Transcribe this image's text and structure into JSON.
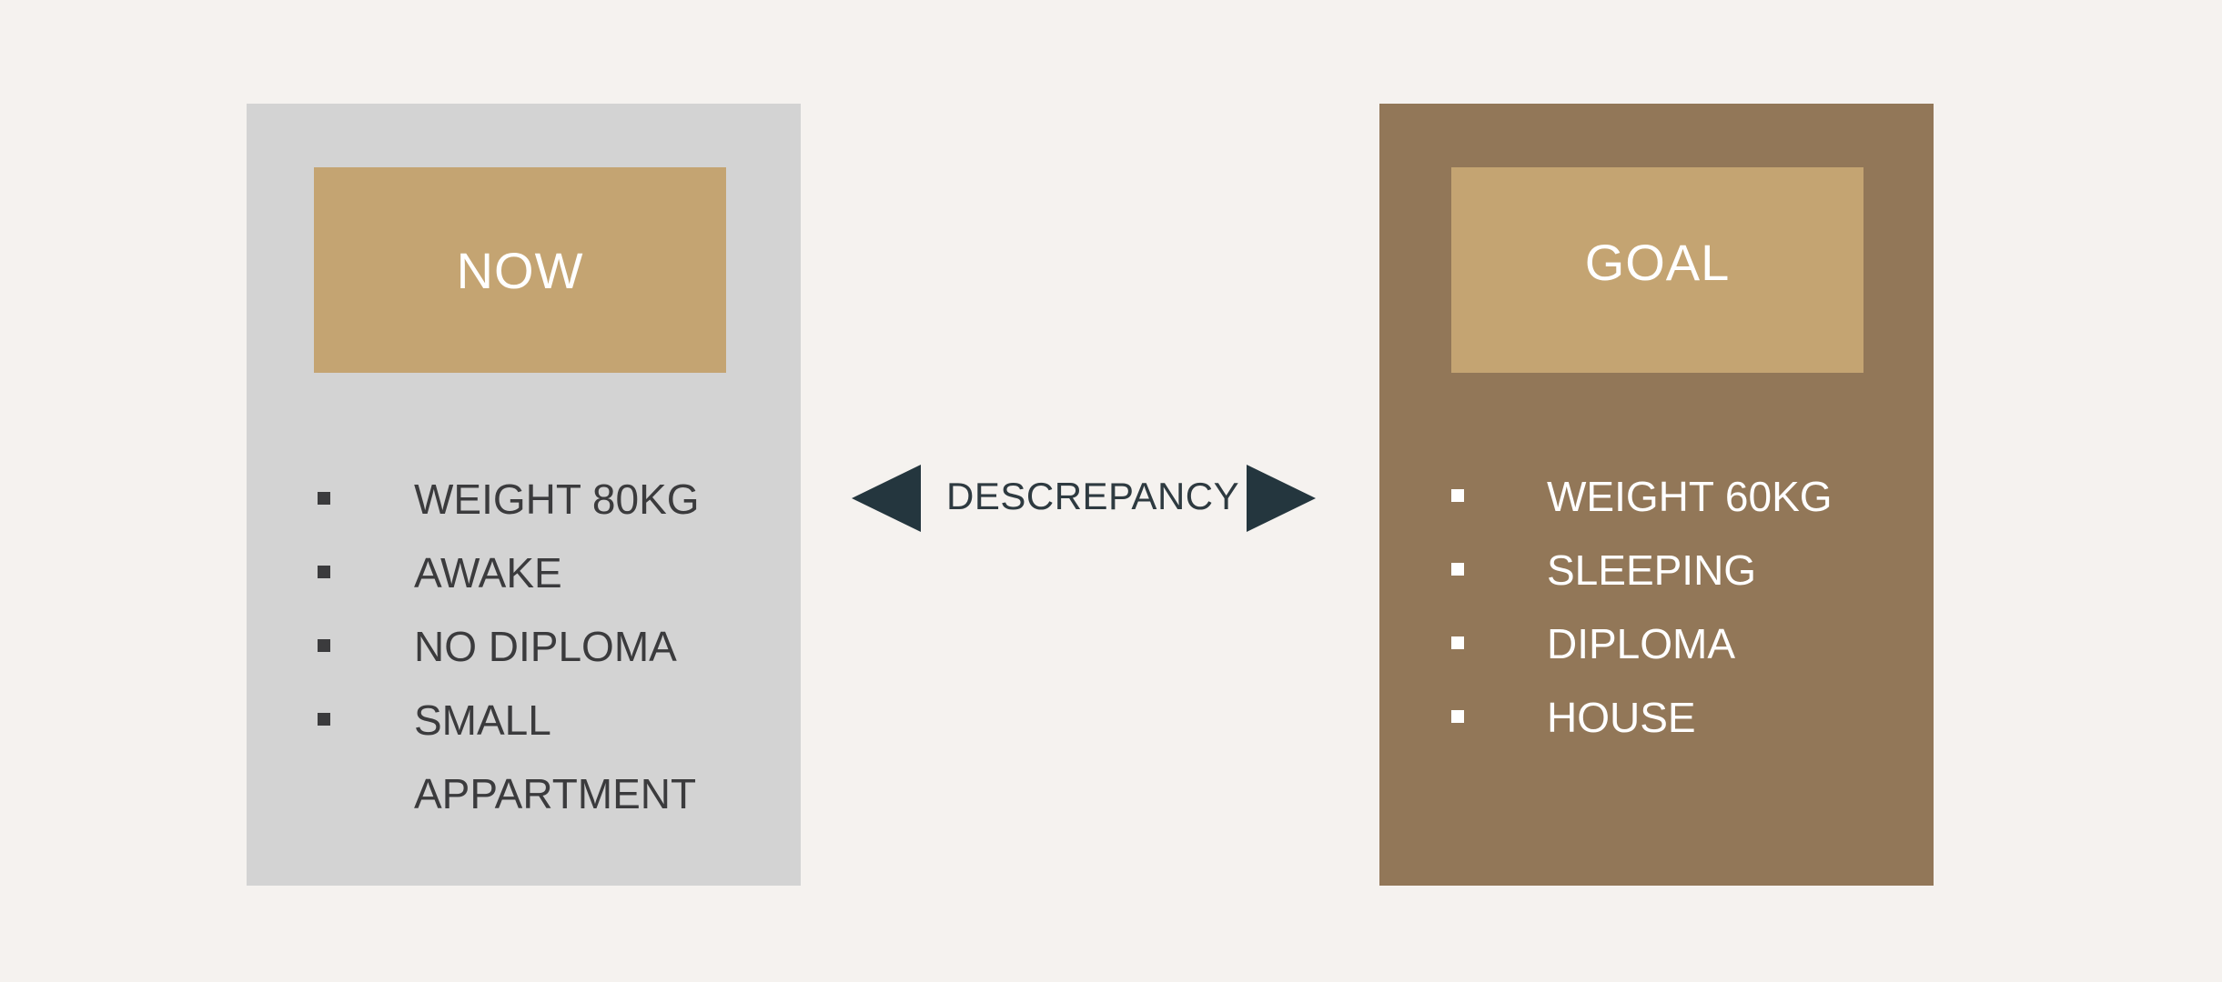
{
  "now_panel": {
    "title": "NOW",
    "items": [
      "WEIGHT 80KG",
      "AWAKE",
      "NO DIPLOMA",
      "SMALL",
      "APPARTMENT"
    ]
  },
  "goal_panel": {
    "title": "GOAL",
    "items": [
      "WEIGHT 60KG",
      "SLEEPING",
      "DIPLOMA",
      "HOUSE"
    ]
  },
  "center": {
    "label": "DESCREPANCY",
    "arrow_color": "#24363e"
  },
  "colors": {
    "background": "#f5f2ef",
    "now_panel": "#d3d3d3",
    "goal_panel": "#927758",
    "header_box": "#c4a472"
  }
}
